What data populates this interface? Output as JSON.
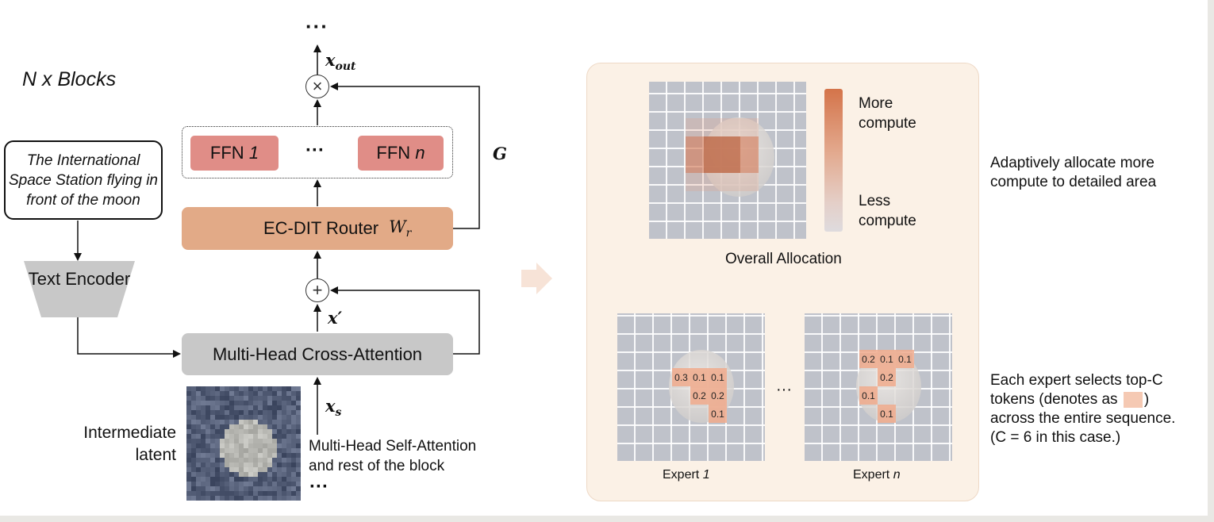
{
  "left_block": {
    "title": "N x Blocks",
    "prompt_text": "The International Space Station flying in front of the moon",
    "text_encoder_label": "Text Encoder",
    "ffn_1_label": "FFN 1",
    "ffn_n_label": "FFN n",
    "ellipsis": "···",
    "router_label": "EC-DIT Router",
    "router_weight": "Wr",
    "x_out": "xout",
    "g_label": "G",
    "x_prime": "x′",
    "cross_attention_label": "Multi-Head Cross-Attention",
    "x_s": "xs",
    "latent_label": "Intermediate latent",
    "self_attention_label": "Multi-Head Self-Attention and rest of the block",
    "multiply_symbol": "×",
    "plus_symbol": "+"
  },
  "right_panel": {
    "legend_more": "More compute",
    "legend_less": "Less compute",
    "overall_caption": "Overall Allocation",
    "expert_1_caption": "Expert 1",
    "expert_n_caption": "Expert n",
    "expert_ellipsis": "···",
    "expert_1_weights": [
      "0.3",
      "0.1",
      "0.1",
      "0.2",
      "0.2",
      "0.1"
    ],
    "expert_n_weights": [
      "0.2",
      "0.1",
      "0.1",
      "0.2",
      "0.1",
      "0.1"
    ]
  },
  "side_notes": {
    "adaptive_note": "Adaptively allocate more compute to detailed area",
    "expert_note_line1": "Each expert selects top-C",
    "expert_note_line2": "tokens (denotes as",
    "expert_note_line2_end": ")",
    "expert_note_line3": "across the entire sequence.",
    "expert_note_line4": "(C = 6 in this case.)"
  },
  "colors": {
    "ffn": "#e08d87",
    "router": "#e2aa87",
    "cross_attention": "#c8c8c8",
    "panel_bg": "#fbf1e6",
    "token_highlight": "#f0aa8c"
  }
}
